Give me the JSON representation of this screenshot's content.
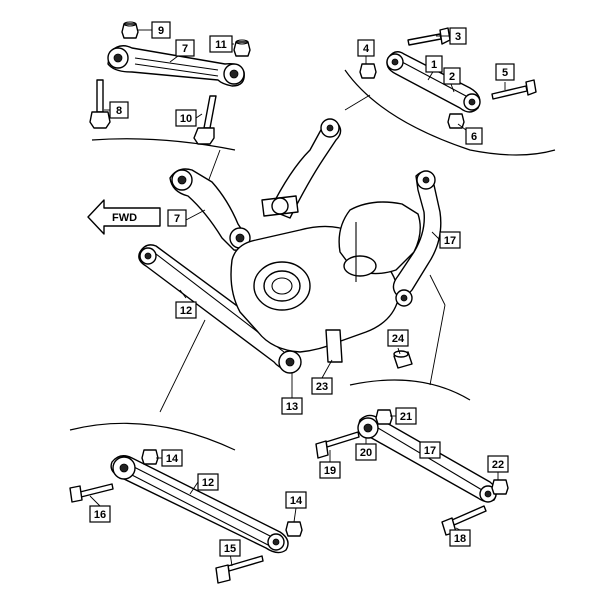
{
  "direction_label": "FWD",
  "labels": [
    {
      "id": "l1",
      "text": "1"
    },
    {
      "id": "l2",
      "text": "2"
    },
    {
      "id": "l3",
      "text": "3"
    },
    {
      "id": "l4",
      "text": "4"
    },
    {
      "id": "l5",
      "text": "5"
    },
    {
      "id": "l6",
      "text": "6"
    },
    {
      "id": "l7a",
      "text": "7"
    },
    {
      "id": "l7b",
      "text": "7"
    },
    {
      "id": "l8",
      "text": "8"
    },
    {
      "id": "l9",
      "text": "9"
    },
    {
      "id": "l10",
      "text": "10"
    },
    {
      "id": "l11",
      "text": "11"
    },
    {
      "id": "l12a",
      "text": "12"
    },
    {
      "id": "l12b",
      "text": "12"
    },
    {
      "id": "l13",
      "text": "13"
    },
    {
      "id": "l14a",
      "text": "14"
    },
    {
      "id": "l14b",
      "text": "14"
    },
    {
      "id": "l15",
      "text": "15"
    },
    {
      "id": "l16",
      "text": "16"
    },
    {
      "id": "l17a",
      "text": "17"
    },
    {
      "id": "l17b",
      "text": "17"
    },
    {
      "id": "l18",
      "text": "18"
    },
    {
      "id": "l19",
      "text": "19"
    },
    {
      "id": "l20",
      "text": "20"
    },
    {
      "id": "l21",
      "text": "21"
    },
    {
      "id": "l22",
      "text": "22"
    },
    {
      "id": "l23",
      "text": "23"
    },
    {
      "id": "l24",
      "text": "24"
    }
  ]
}
